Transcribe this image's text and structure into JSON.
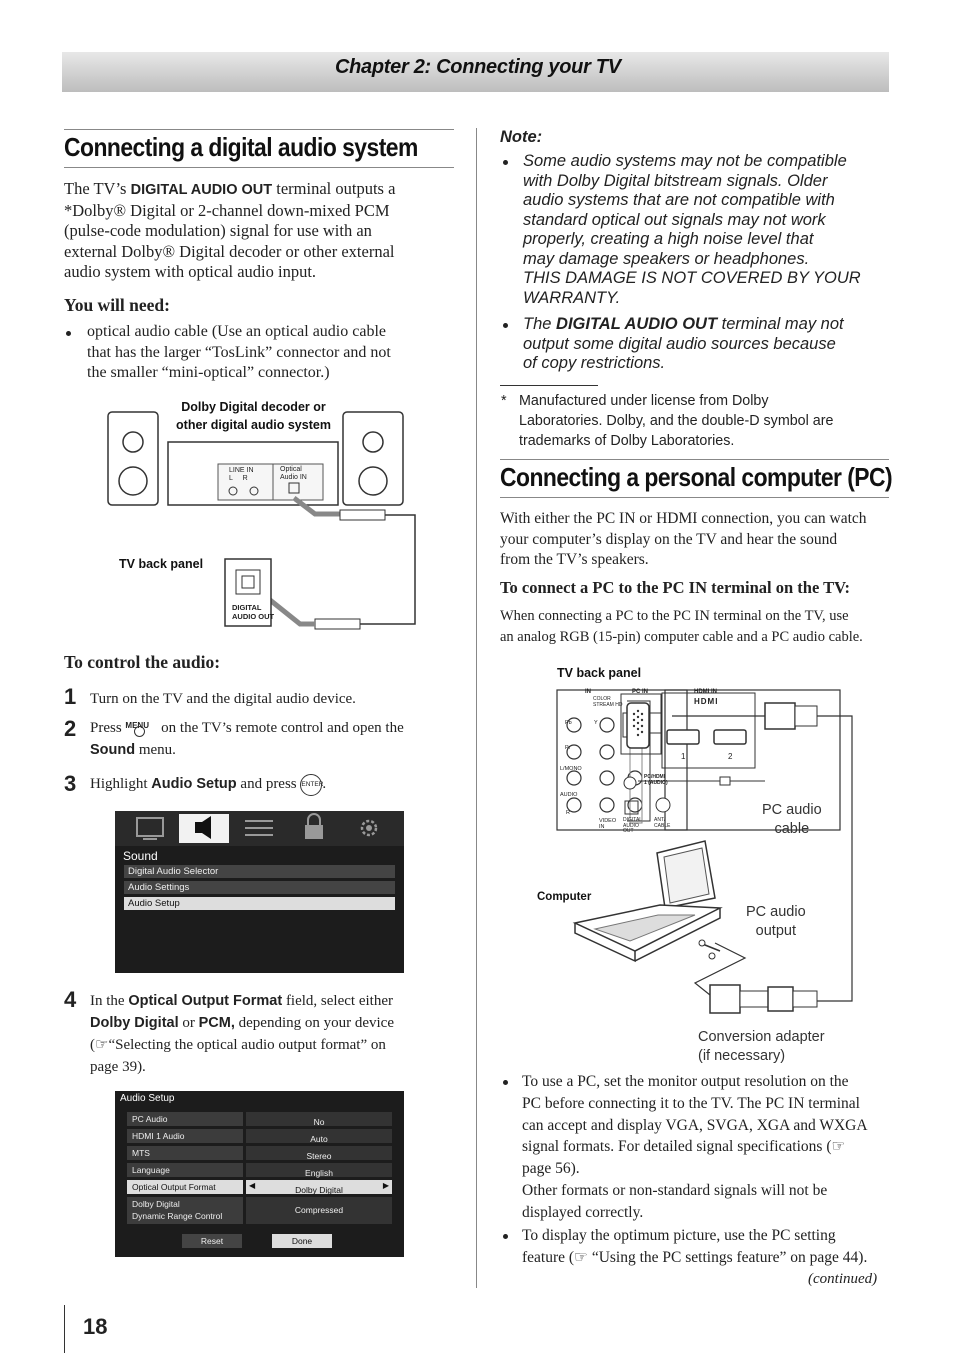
{
  "header": {
    "chapter": "Chapter 2: Connecting your TV"
  },
  "left": {
    "title": "Connecting a digital audio system",
    "intro": {
      "l1a": "The TV’s ",
      "l1b": "DIGITAL AUDIO OUT",
      "l1c": " terminal outputs a",
      "l2": "*Dolby® Digital or 2-channel down-mixed PCM",
      "l3": "(pulse-code modulation) signal for use with an",
      "l4": "external Dolby® Digital decoder or other external",
      "l5": "audio system with optical audio input."
    },
    "need_heading": "You will need:",
    "need_item": [
      "optical audio cable (Use an optical audio cable",
      "that has the larger “TosLink” connector and not",
      "the smaller “mini-optical” connector.)"
    ],
    "diagram1": {
      "decoder_label1": "Dolby Digital decoder or",
      "decoder_label2": "other digital audio system",
      "line_in": "LINE IN",
      "l": "L",
      "r": "R",
      "optical": "Optical",
      "audio_in": "Audio IN",
      "tv_back": "TV back panel",
      "dao1": "DIGITAL",
      "dao2": "AUDIO OUT"
    },
    "control_heading": "To control the audio:",
    "steps": [
      {
        "num": "1",
        "text": "Turn on the TV and the digital audio device."
      },
      {
        "num": "2",
        "a": "Press ",
        "menu": "MENU",
        "b": " on the TV’s remote control and open the",
        "c": "Sound",
        "d": " menu."
      },
      {
        "num": "3",
        "a": "Highlight ",
        "b": "Audio Setup",
        "c": " and press ",
        "enter": "ENTER",
        "d": "."
      },
      {
        "num": "4",
        "a": "In the ",
        "b": "Optical Output Format",
        "c": " field, select either",
        "d": "Dolby Digital",
        "e": " or ",
        "f": "PCM,",
        "g": " depending on your device",
        "h": "(☞“Selecting the optical audio output format” on",
        "i": "page 39)."
      }
    ],
    "sound_menu": {
      "title": "Sound",
      "items": [
        "Digital Audio Selector",
        "Audio Settings",
        "Audio Setup"
      ]
    },
    "audio_setup": {
      "title": "Audio Setup",
      "rows": [
        {
          "label": "PC Audio",
          "value": "No"
        },
        {
          "label": "HDMI 1 Audio",
          "value": "Auto"
        },
        {
          "label": "MTS",
          "value": "Stereo"
        },
        {
          "label": "Language",
          "value": "English"
        },
        {
          "label": "Optical Output Format",
          "value": "Dolby Digital"
        },
        {
          "label": "Dolby Digital",
          "label2": "Dynamic Range Control",
          "value": "Compressed"
        }
      ],
      "reset": "Reset",
      "done": "Done"
    }
  },
  "right": {
    "note_heading": "Note:",
    "note1": [
      "Some audio systems may not be compatible",
      "with Dolby Digital bitstream signals. Older",
      "audio systems that are not compatible with",
      "standard optical out signals may not work",
      "properly, creating a high noise level that",
      "may damage speakers or headphones.",
      "THIS DAMAGE IS NOT COVERED BY YOUR",
      "WARRANTY."
    ],
    "note2": {
      "a": "The ",
      "b": "DIGITAL AUDIO OUT",
      "c": " terminal may not",
      "l2": "output some digital audio sources because",
      "l3": "of copy restrictions."
    },
    "footnote": {
      "mark": "*",
      "l1": "Manufactured under license from Dolby",
      "l2": "Laboratories. Dolby, and the double-D symbol are",
      "l3": "trademarks of Dolby Laboratories."
    },
    "title": "Connecting a personal computer (PC)",
    "intro": [
      "With either the PC IN or HDMI connection, you can watch",
      "your computer’s display on the TV and hear the sound",
      "from the TV’s speakers."
    ],
    "pc_heading": "To connect a PC to the PC IN terminal on the TV:",
    "pc_text": [
      "When connecting a PC to the PC IN terminal on the TV, use",
      "an analog RGB (15-pin) computer cable and a PC audio cable."
    ],
    "diagram2": {
      "tv_back": "TV back panel",
      "in": "IN",
      "pc_in": "PC IN",
      "hdmi_in": "HDMI IN",
      "hdmi": "HDMI",
      "color_stream": "COLOR STREAM HD",
      "pb": "Pb",
      "pr": "Pr",
      "y": "Y",
      "lmono": "L/MONO",
      "audio": "AUDIO",
      "r": "R",
      "video": "VIDEO",
      "in2": "IN",
      "dao": "DIGITAL AUDIO OUT",
      "anti": "ANT/ CABLE",
      "pchdmi": "PC/HDMI 1 (AUDIO)",
      "n1": "1",
      "n2": "2",
      "pc_audio_cable": [
        "PC audio",
        "cable"
      ],
      "computer": "Computer",
      "pc_audio_output": [
        "PC audio",
        "output"
      ],
      "adapter": [
        "Conversion adapter",
        "(if necessary)"
      ]
    },
    "bullets": [
      [
        "To use a PC, set the monitor output resolution on the",
        "PC before connecting it to the TV. The PC IN terminal",
        "can accept and display VGA, SVGA, XGA and WXGA",
        "signal formats. For detailed signal specifications (☞",
        "page 56).",
        "Other formats or non-standard signals will not be",
        "displayed correctly."
      ],
      [
        "To display the optimum picture, use the PC setting",
        "feature (☞ “Using the PC settings feature” on page 44)."
      ]
    ],
    "continued": "(continued)"
  },
  "page_number": "18"
}
